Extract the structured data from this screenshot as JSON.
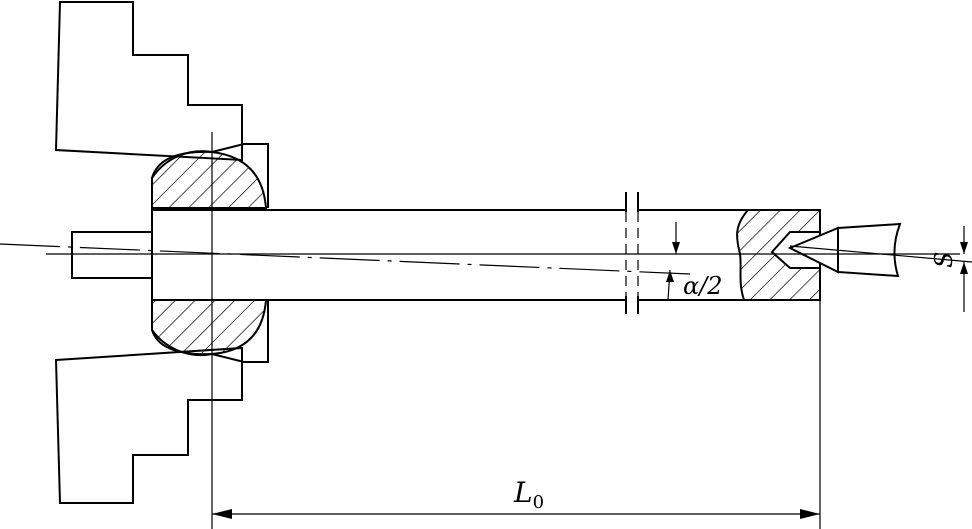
{
  "labels": {
    "angle": "α/2",
    "offset": "S",
    "length_symbol": "L",
    "length_subscript": "0"
  },
  "colors": {
    "line": "#000000",
    "background": "#ffffff"
  }
}
